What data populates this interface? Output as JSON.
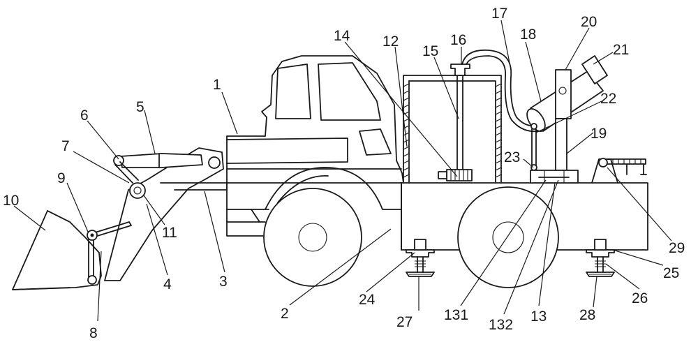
{
  "labels": {
    "l1": "1",
    "l2": "2",
    "l3": "3",
    "l4": "4",
    "l5": "5",
    "l6": "6",
    "l7": "7",
    "l8": "8",
    "l9": "9",
    "l10": "10",
    "l11": "11",
    "l12": "12",
    "l13": "13",
    "l14": "14",
    "l15": "15",
    "l16": "16",
    "l17": "17",
    "l18": "18",
    "l19": "19",
    "l20": "20",
    "l21": "21",
    "l22": "22",
    "l23": "23",
    "l24": "24",
    "l25": "25",
    "l26": "26",
    "l27": "27",
    "l28": "28",
    "l29": "29",
    "l131": "131",
    "l132": "132"
  },
  "colors": {
    "line": "#1a1a1a",
    "background": "#ffffff"
  }
}
